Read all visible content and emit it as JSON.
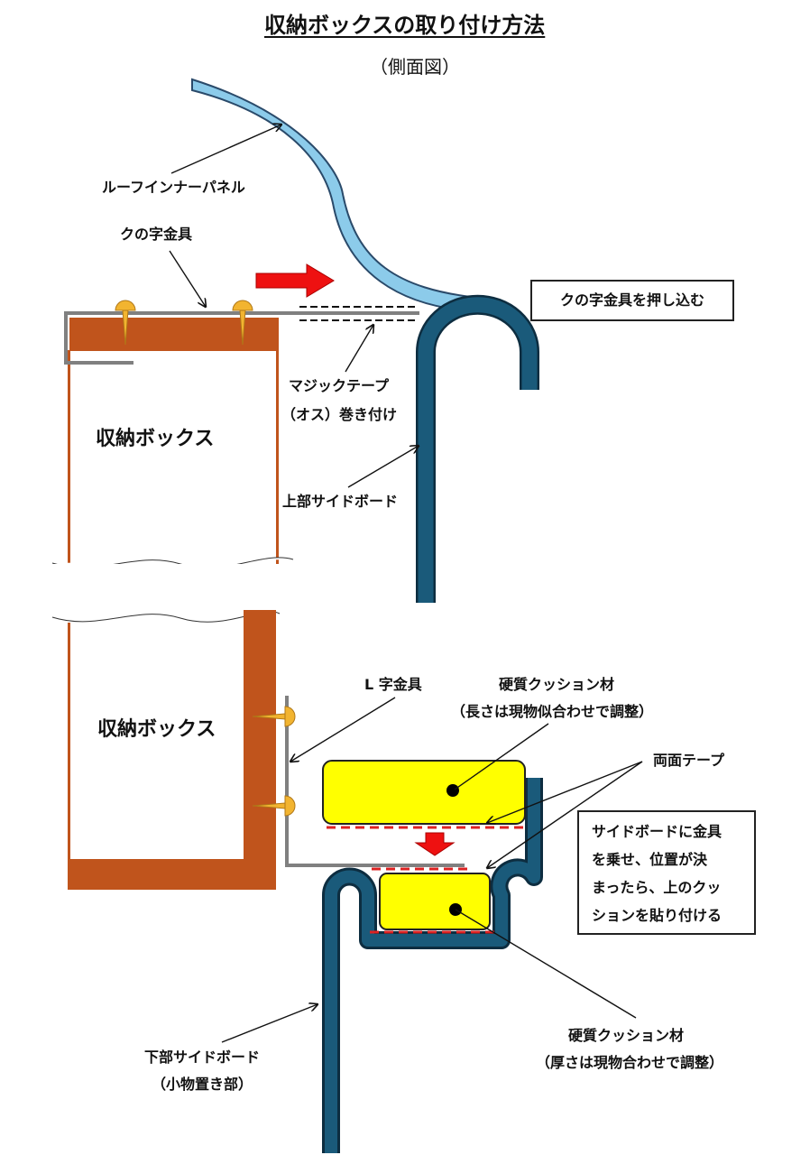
{
  "title": "収納ボックスの取り付け方法",
  "subtitle": "（側面図）",
  "labels": {
    "roof_panel": "ルーフインナーパネル",
    "ku_bracket": "クの字金具",
    "magic_tape_1": "マジックテープ",
    "magic_tape_2": "（オス）巻き付け",
    "upper_board": "上部サイドボード",
    "storage_box_top": "収納ボックス",
    "storage_box_bottom": "収納ボックス",
    "l_bracket": "L 字金具",
    "cushion_top_1": "硬質クッション材",
    "cushion_top_2": "（長さは現物似合わせで調整）",
    "double_tape": "両面テープ",
    "cushion_bottom_1": "硬質クッション材",
    "cushion_bottom_2": "（厚さは現物合わせで調整）",
    "lower_board_1": "下部サイドボード",
    "lower_board_2": "（小物置き部）"
  },
  "callouts": {
    "push_in": "クの字金具を押し込む",
    "instruction_lines": [
      "サイドボードに金具",
      "を乗せ、位置が決",
      "まったら、上のクッ",
      "ションを貼り付ける"
    ]
  },
  "colors": {
    "wood": "#c0541c",
    "wood_outline": "#a04512",
    "metal": "#808080",
    "board": "#1a5a7a",
    "roof": "#8ccbea",
    "cushion": "#ffff00",
    "arrow_red": "#ee1111",
    "tape_red": "#dd2222",
    "screw": "#f2b430"
  }
}
